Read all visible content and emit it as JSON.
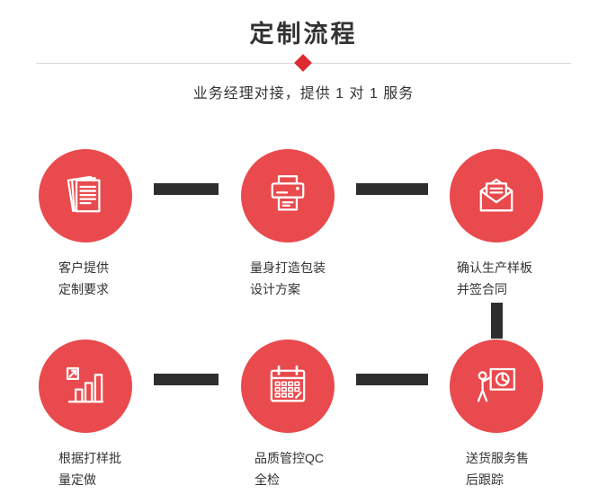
{
  "header": {
    "title": "定制流程",
    "subtitle": "业务经理对接，提供 1 对 1 服务"
  },
  "steps": [
    {
      "icon": "documents-icon",
      "line1": "客户提供",
      "line2": "定制要求"
    },
    {
      "icon": "printer-icon",
      "line1": "量身打造包装",
      "line2": "设计方案"
    },
    {
      "icon": "envelope-icon",
      "line1": "确认生产样板",
      "line2": "并签合同"
    },
    {
      "icon": "bar-chart-icon",
      "line1": "根据打样批",
      "line2": "量定做"
    },
    {
      "icon": "calendar-icon",
      "line1": "品质管控QC",
      "line2": "全检"
    },
    {
      "icon": "presentation-icon",
      "line1": "送货服务售",
      "line2": "后跟踪"
    }
  ],
  "colors": {
    "circle_red": "#e94a4d",
    "diamond_red": "#dd2b30",
    "connector_dark": "#2e2e2e",
    "text_dark": "#333333"
  }
}
